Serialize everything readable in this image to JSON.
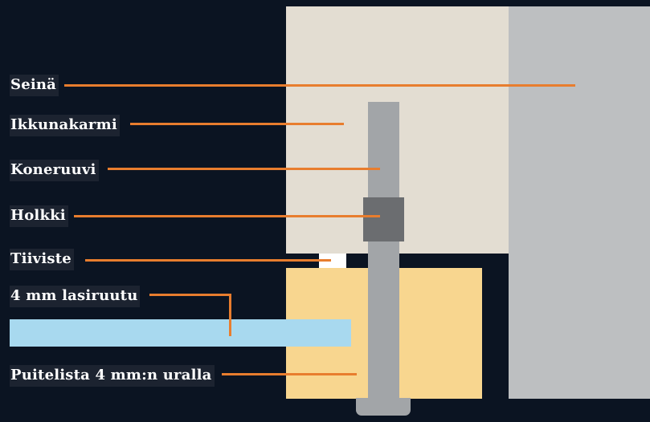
{
  "labels": {
    "seina": "Seinä",
    "ikkunakarmi": "Ikkunakarmi",
    "koneruuvi": "Koneruuvi",
    "holkki": "Holkki",
    "tiiviste": "Tiiviste",
    "lasiruutu": "4 mm lasiruutu",
    "puitelista": "Puitelista 4 mm:n uralla"
  },
  "colors": {
    "background": "#0b1422",
    "wall": "#bdbfc1",
    "frame": "#e3ddd2",
    "bead": "#f8d68f",
    "glass": "#a8d9ef",
    "seal": "#ffffff",
    "screw": "#a2a5a8",
    "sleeve": "#6b6d70",
    "leader_line": "#e87d2e"
  }
}
